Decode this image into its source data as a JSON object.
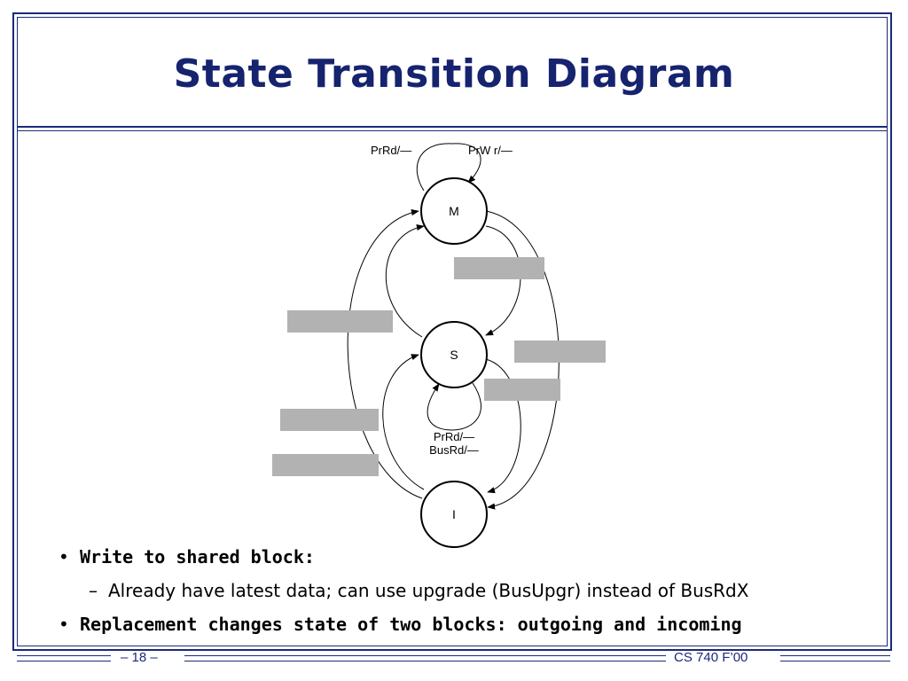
{
  "slide": {
    "title": "State Transition Diagram",
    "bullets": [
      {
        "marker": "•",
        "text": "Write to shared block:"
      },
      {
        "marker": "–",
        "text": "Already have latest data; can use upgrade (BusUpgr) instead of BusRdX"
      },
      {
        "marker": "•",
        "text": "Replacement changes state of two blocks: outgoing and incoming"
      }
    ],
    "footer": {
      "page": "– 18 –",
      "course": "CS 740 F’00"
    }
  },
  "diagram": {
    "states": {
      "m": "M",
      "s": "S",
      "i": "I"
    },
    "labels": {
      "m_self_rd": "PrRd/—",
      "m_self_wr": "PrW r/—",
      "s_self_rd": "PrRd/—",
      "s_self_busrd": "BusRd/—"
    },
    "hidden_box_color": "#b2b2b2",
    "accent_color": "#16236e"
  }
}
